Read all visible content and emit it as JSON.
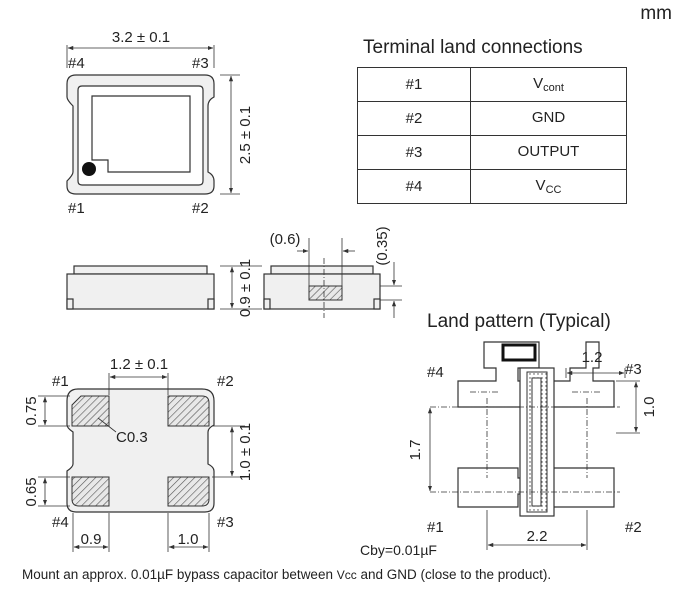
{
  "unit": "mm",
  "top_view": {
    "width_dim": "3.2 ± 0.1",
    "height_dim": "2.5 ± 0.1",
    "pin1": "#1",
    "pin2": "#2",
    "pin3": "#3",
    "pin4": "#4"
  },
  "side_view": {
    "height_dim": "0.9 ± 0.1",
    "gap_dim": "(0.6)",
    "depth_dim": "(0.35)"
  },
  "bottom_view": {
    "pad_width_dim": "1.2 ± 0.1",
    "pad_height_top": "0.75",
    "pad_height_bottom": "0.65",
    "pad_gap_dim": "1.0 ± 0.1",
    "chamfer": "C0.3",
    "left_margin": "0.9",
    "right_pad_dim": "1.0",
    "pin1": "#1",
    "pin2": "#2",
    "pin3": "#3",
    "pin4": "#4"
  },
  "land_pattern": {
    "title": "Land pattern (Typical)",
    "spacing_x": "1.2",
    "pad_height": "1.0",
    "pitch_y": "1.7",
    "pitch_x": "2.2",
    "capacitor": "Cby=0.01µF",
    "pin1": "#1",
    "pin2": "#2",
    "pin3": "#3",
    "pin4": "#4"
  },
  "terminal_table": {
    "title": "Terminal land connections",
    "rows": [
      {
        "pin": "#1",
        "name": "V",
        "sub": "cont"
      },
      {
        "pin": "#2",
        "name": "GND",
        "sub": ""
      },
      {
        "pin": "#3",
        "name": "OUTPUT",
        "sub": ""
      },
      {
        "pin": "#4",
        "name": "V",
        "sub": "CC"
      }
    ]
  },
  "note": {
    "prefix": "Mount an approx. 0.01µF bypass capacitor between ",
    "vcc": "Vcc",
    "suffix": " and GND (close to the product)."
  }
}
